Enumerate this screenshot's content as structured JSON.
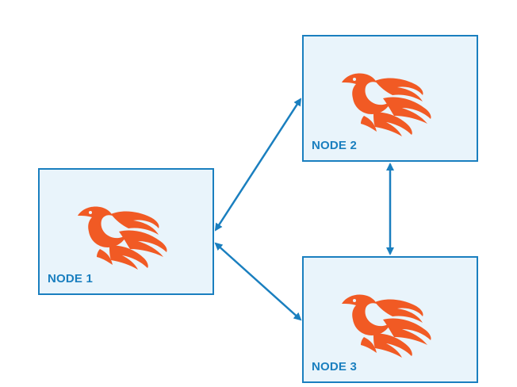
{
  "nodes": [
    {
      "label": "NODE 1",
      "logo_icon": "phoenix-logo-icon"
    },
    {
      "label": "NODE 2",
      "logo_icon": "phoenix-logo-icon"
    },
    {
      "label": "NODE 3",
      "logo_icon": "phoenix-logo-icon"
    }
  ],
  "edges": [
    {
      "from": "NODE 1",
      "to": "NODE 2",
      "direction": "bidirectional"
    },
    {
      "from": "NODE 1",
      "to": "NODE 3",
      "direction": "bidirectional"
    },
    {
      "from": "NODE 2",
      "to": "NODE 3",
      "direction": "bidirectional"
    }
  ],
  "colors": {
    "node_border": "#1a7fbf",
    "node_fill": "#e9f4fb",
    "label_text": "#1a7fbf",
    "arrow": "#1a7fbf",
    "logo": "#f15a24"
  }
}
